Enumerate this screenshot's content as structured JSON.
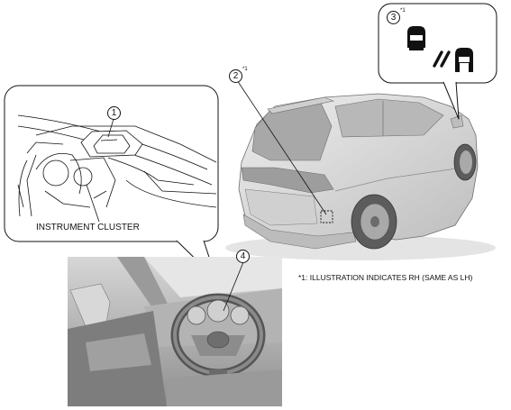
{
  "callouts": {
    "c1": "1",
    "c2": "2",
    "c3": "3",
    "c4": "4",
    "c2_sup": "*1",
    "c3_sup": "*1"
  },
  "labels": {
    "instrument_cluster": "INSTRUMENT CLUSTER",
    "footnote": "*1: ILLUSTRATION INDICATES RH (SAME AS LH)"
  },
  "icons": {
    "car_front": "car-front-icon",
    "signal_waves": "signal-waves-icon",
    "car_rear": "car-rear-icon"
  },
  "colors": {
    "line": "#111111",
    "car_body": "#d9d9d9",
    "car_shadow": "#9a9a9a",
    "interior": "#bdbdbd"
  }
}
